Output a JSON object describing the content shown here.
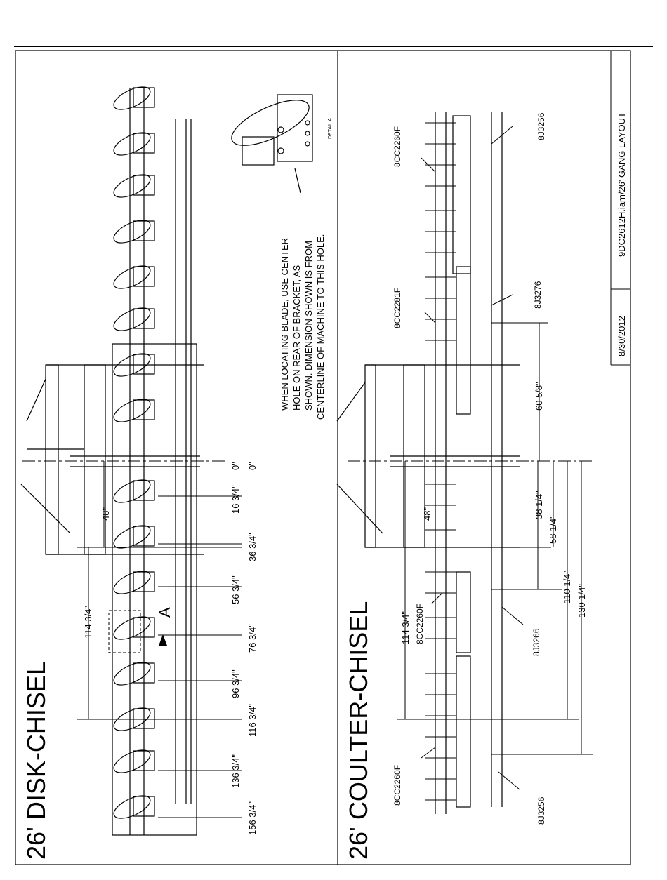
{
  "title_block": {
    "file": "9DC2612H.iam/26' GANG LAYOUT",
    "date": "8/30/2012"
  },
  "left_panel": {
    "title": "26' DISK-CHISEL",
    "note_lines": [
      "WHEN LOCATING BLADE, USE CENTER",
      "HOLE ON REAR OF BRACKET, AS",
      "SHOWN.  DIMENSION SHOWN IS FROM",
      "CENTERLINE OF MACHINE TO THIS HOLE."
    ],
    "detail_label": "DETAIL  A",
    "callout_letter": "A",
    "zero_labels": [
      "0\"",
      "0\""
    ],
    "frame_dim": "48\"",
    "wheel_dim": "114 3/4\"",
    "blade_dims": [
      "16 3/4\"",
      "36 3/4\"",
      "56 3/4\"",
      "76 3/4\"",
      "96 3/4\"",
      "116 3/4\"",
      "136 3/4\"",
      "156 3/4\""
    ]
  },
  "right_panel": {
    "title": "26' COULTER-CHISEL",
    "frame_dim": "48\"",
    "wheel_dim": "114 3/4\"",
    "dims": [
      "60 5/8\"",
      "38 1/4\"",
      "58 1/4\"",
      "110 1/4\"",
      "130 1/4\""
    ],
    "parts": [
      "8CC2260F",
      "8J3256",
      "8CC2281F",
      "8J3276",
      "8CC2260F",
      "8J3266",
      "8CC2260F",
      "8J3256"
    ]
  }
}
